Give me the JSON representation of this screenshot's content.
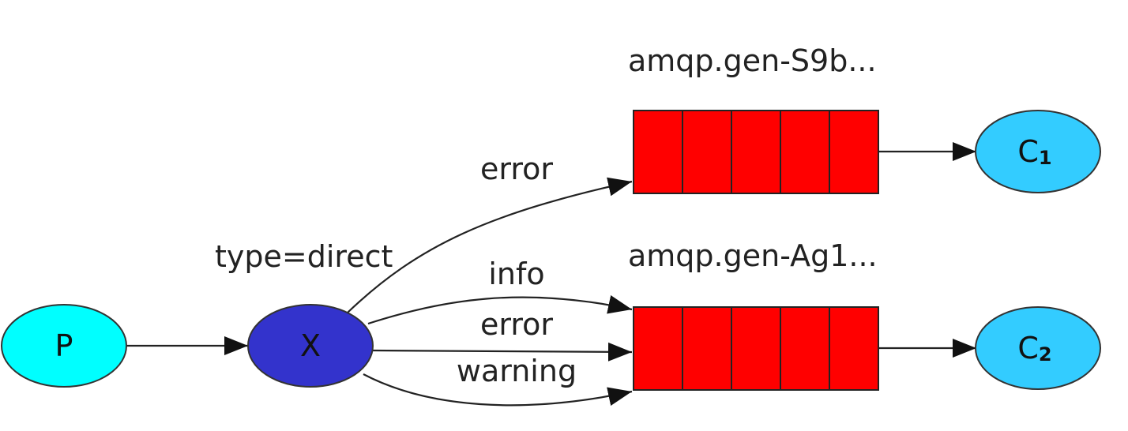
{
  "exchange": {
    "label": "X",
    "type_label": "type=direct",
    "color": "#3333cc"
  },
  "producer": {
    "label": "P",
    "color": "#00ffff"
  },
  "consumers": [
    {
      "label": "C",
      "subscript": "1",
      "color": "#33ccff"
    },
    {
      "label": "C",
      "subscript": "2",
      "color": "#33ccff"
    }
  ],
  "queues": [
    {
      "name": "amqp.gen-S9b...",
      "color": "#ff0000"
    },
    {
      "name": "amqp.gen-Ag1...",
      "color": "#ff0000"
    }
  ],
  "bindings": {
    "top_error": "error",
    "info": "info",
    "bottom_error": "error",
    "warning": "warning"
  }
}
